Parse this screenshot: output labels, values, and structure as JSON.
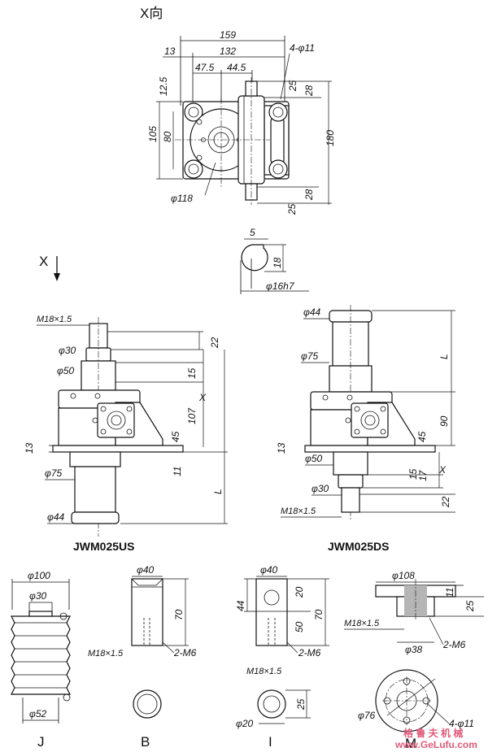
{
  "views": {
    "x_view": {
      "title": "X向",
      "dims": [
        "159",
        "132",
        "13",
        "47.5",
        "44.5",
        "4-φ11",
        "25",
        "28",
        "12.5",
        "105",
        "80",
        "180",
        "28",
        "25",
        "φ118"
      ]
    },
    "shaft_section": {
      "dims": [
        "5",
        "18",
        "φ16h7"
      ]
    },
    "arrow_label": "X",
    "us": {
      "caption": "JWM025US",
      "dims": [
        "M18×1.5",
        "φ30",
        "φ50",
        "22",
        "15",
        "X",
        "107",
        "45",
        "13",
        "11",
        "φ75",
        "L",
        "φ44"
      ]
    },
    "ds": {
      "caption": "JWM025DS",
      "dims": [
        "φ44",
        "L",
        "φ75",
        "90",
        "45",
        "13",
        "φ50",
        "15",
        "17",
        "X",
        "φ30",
        "22",
        "M18×1.5"
      ]
    }
  },
  "attachments": {
    "J": {
      "label": "J",
      "dims": [
        "φ100",
        "φ30",
        "φ52"
      ]
    },
    "B": {
      "label": "B",
      "dims": [
        "φ40",
        "70",
        "M18×1.5",
        "2-M6"
      ]
    },
    "I": {
      "label": "I",
      "dims": [
        "φ40",
        "44",
        "20",
        "50",
        "70",
        "M18×1.5",
        "2-M6",
        "25",
        "φ20"
      ]
    },
    "M": {
      "label": "M",
      "dims": [
        "φ108",
        "11",
        "25",
        "M18×1.5",
        "φ38",
        "2-M6",
        "φ76",
        "4-φ11"
      ]
    }
  },
  "watermark": {
    "line1": "格 鲁 夫 机 械",
    "line2": "www.GeLufu.com"
  }
}
